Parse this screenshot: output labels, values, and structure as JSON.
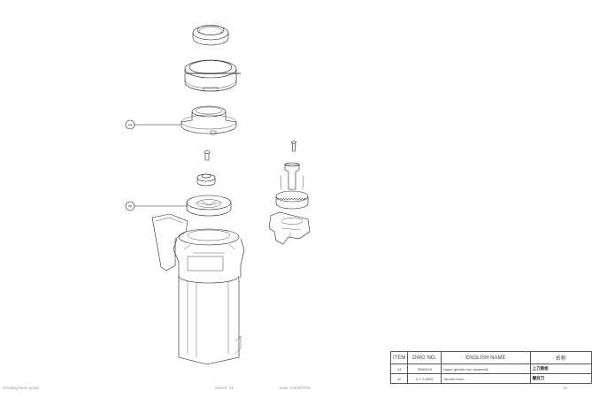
{
  "callouts": [
    {
      "label": "44"
    },
    {
      "label": "45"
    }
  ],
  "parts_table": {
    "headers": [
      "ITEM",
      "DWG NO.",
      "ENGLISH NAME",
      "名称"
    ],
    "rows": [
      {
        "item": "41",
        "dwg": "7NN0119",
        "name_en": "Upper grinder burr assembly",
        "name_cn": "上刀盘组"
      },
      {
        "item": "42",
        "dwg": "8.7.1.0003",
        "name_en": "Grinder burrs",
        "name_cn": "磨豆刀"
      }
    ]
  },
  "footer": {
    "title": "Grinding bean group",
    "issue": "ISSUE: 01",
    "date": "Date: 2022/07/01",
    "page": "10"
  }
}
